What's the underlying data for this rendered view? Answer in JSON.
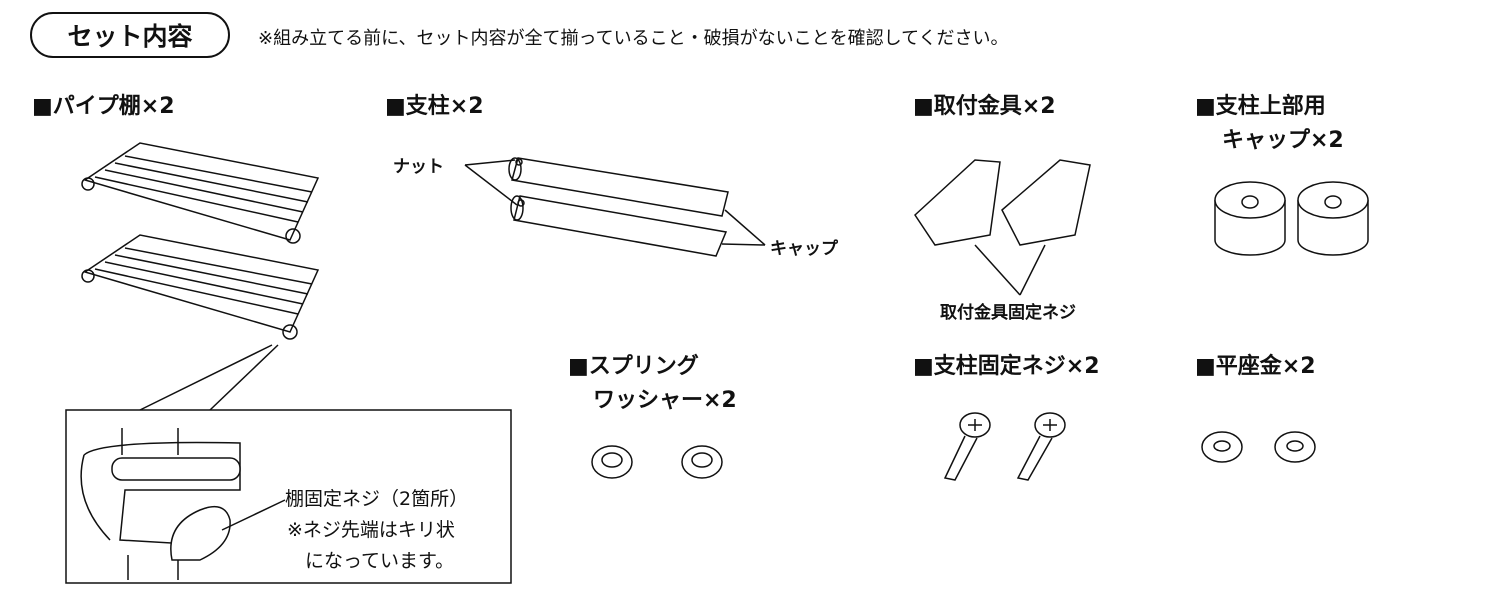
{
  "header": {
    "title": "セット内容",
    "note": "※組み立てる前に、セット内容が全て揃っていること・破損がないことを確認してください。"
  },
  "parts": [
    {
      "name": "■パイプ棚×2"
    },
    {
      "name": "■支柱×2",
      "callouts": [
        "ナット",
        "キャップ"
      ]
    },
    {
      "name": "■取付金具×2",
      "callouts": [
        "取付金具固定ネジ"
      ]
    },
    {
      "name_line1": "■支柱上部用",
      "name_line2": "キャップ×2"
    },
    {
      "name_line1": "■スプリング",
      "name_line2": "ワッシャー×2"
    },
    {
      "name": "■支柱固定ネジ×2"
    },
    {
      "name": "■平座金×2"
    }
  ],
  "detail": {
    "line1": "棚固定ネジ（2箇所）",
    "line2": "※ネジ先端はキリ状",
    "line3": "になっています。"
  }
}
